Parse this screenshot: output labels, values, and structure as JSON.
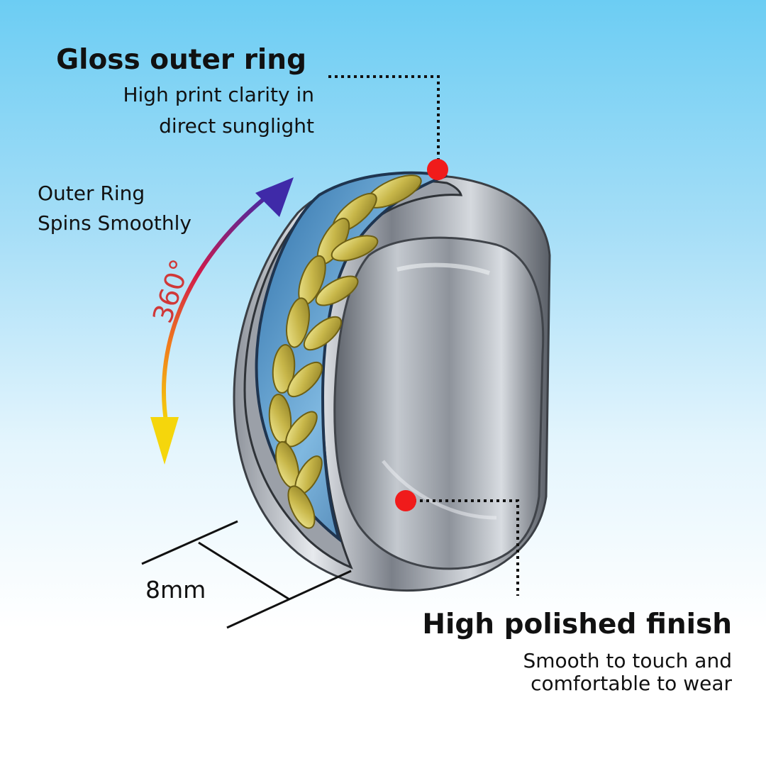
{
  "callouts": {
    "gloss": {
      "title": "Gloss outer ring",
      "line1": "High print clarity in",
      "line2": "direct sunglight"
    },
    "polish": {
      "title": "High polished finish",
      "line1": "Smooth to touch and",
      "line2": "comfortable to wear"
    }
  },
  "spin": {
    "line1": "Outer Ring",
    "line2": "Spins Smoothly",
    "degrees": "360°"
  },
  "dimension": {
    "width_label": "8mm"
  },
  "colors": {
    "marker": "#f01b1b",
    "text": "#111111",
    "arrow_start": "#f5d60c",
    "arrow_end": "#3f2aa8"
  }
}
